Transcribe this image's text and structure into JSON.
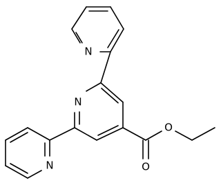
{
  "atoms": {
    "n_top": "N",
    "n_center": "N",
    "n_bottom": "N",
    "o_carbonyl": "O",
    "o_ester": "O"
  },
  "colors": {
    "bond": "#000000",
    "background": "#ffffff"
  }
}
